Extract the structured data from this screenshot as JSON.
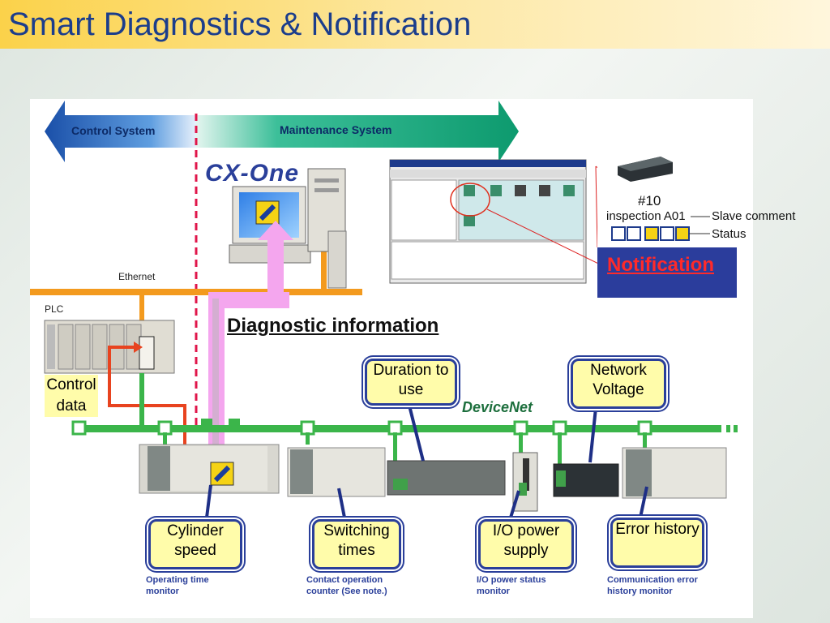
{
  "title": "Smart Diagnostics & Notification",
  "arrows": {
    "control_system": "Control System",
    "maintenance_system": "Maintenance System"
  },
  "cx_one": "CX-One",
  "ethernet": "Ethernet",
  "plc": "PLC",
  "control_data": "Control data",
  "diagnostic_information": "Diagnostic information",
  "devicenet": "DeviceNet",
  "notification": "Notification",
  "status_panel": {
    "slave_no": "#10",
    "comment_text": "inspection A01",
    "slave_comment": "Slave comment",
    "status": "Status"
  },
  "boxes": {
    "duration": "Duration to use",
    "network_voltage": "Network Voltage",
    "cylinder_speed": "Cylinder speed",
    "switching_times": "Switching times",
    "io_power_supply": "I/O power supply",
    "error_history": "Error history"
  },
  "captions": {
    "operating_time": "Operating time monitor",
    "contact_operation": "Contact operation counter (See note.)",
    "io_power_status": "I/O power status monitor",
    "comm_error": "Communication error history monitor"
  },
  "colors": {
    "title": "#1b3d8c",
    "box_border": "#2a3f9a",
    "box_fill": "#fffcaa",
    "devicenet_line": "#3bb54a",
    "ethernet_line": "#f39a1e",
    "diagnostic_arrow": "#f4a6ee",
    "control_arrow": "#e8431f"
  }
}
